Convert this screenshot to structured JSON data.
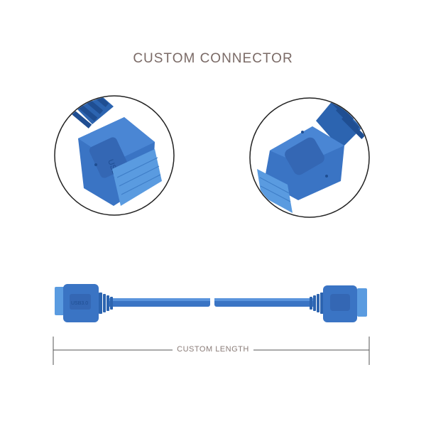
{
  "header": {
    "title": "CUSTOM CONNECTOR"
  },
  "dimension": {
    "label": "CUSTOM LENGTH"
  },
  "product": {
    "connector_label": "USB3.0",
    "colors": {
      "cable_blue": "#3a74c4",
      "cable_dark": "#23559a",
      "pin_light": "#5a9be0",
      "outline": "#222222",
      "title_text": "#7a6a66"
    }
  }
}
